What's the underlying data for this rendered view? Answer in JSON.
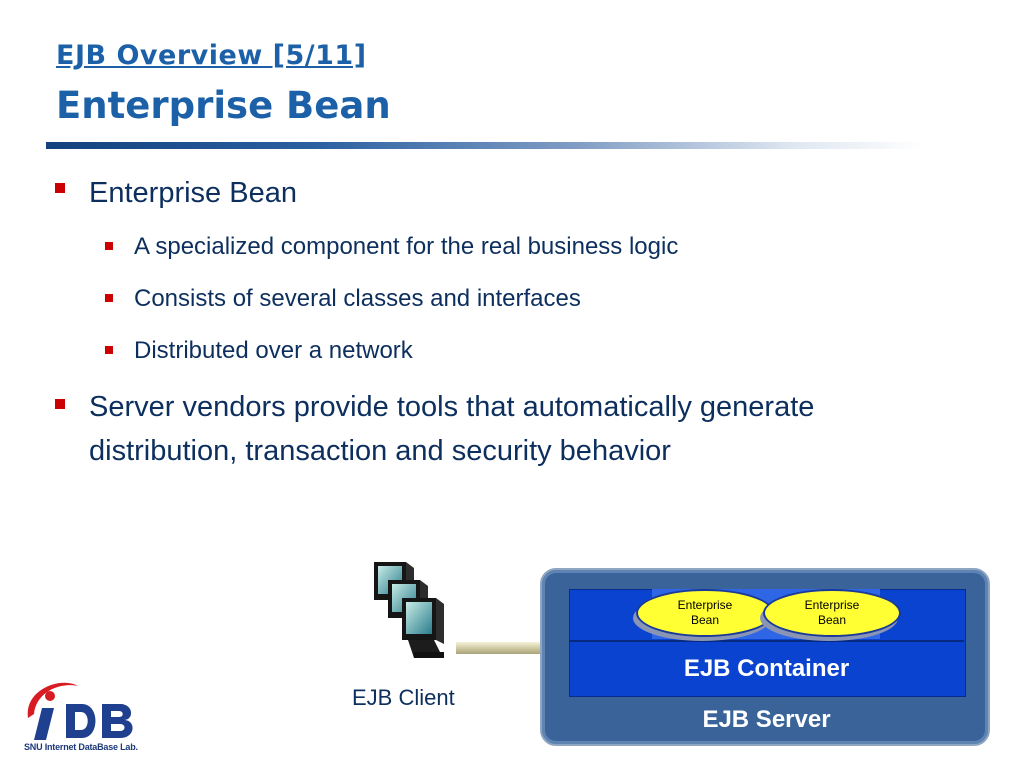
{
  "slide": {
    "title_line1": "EJB Overview [5/11]",
    "title_line2": "Enterprise Bean"
  },
  "bullets": [
    {
      "text": "Enterprise Bean",
      "children": [
        "A specialized component for the real business logic",
        "Consists of several classes and interfaces",
        "Distributed over a network"
      ]
    },
    {
      "text_line1": "Server vendors provide tools that automatically generate",
      "text_line2": "distribution, transaction and security behavior"
    }
  ],
  "diagram": {
    "client_label": "EJB Client",
    "bean1": [
      "Enterprise",
      "Bean"
    ],
    "bean2": [
      "Enterprise",
      "Bean"
    ],
    "container_label": "EJB Container",
    "server_label": "EJB Server",
    "client_icon": "computer-cluster-icon"
  },
  "logo": {
    "brand": "iDB",
    "letter_i": "i",
    "letters_db": "DB",
    "subtitle": "SNU Internet DataBase Lab."
  },
  "colors": {
    "title": "#1c61a8",
    "body_text": "#0d2f5e",
    "bullet": "#cc0000",
    "container": "#0a43cf",
    "server": "#3a6499",
    "bean_fill": "#ffff33"
  }
}
